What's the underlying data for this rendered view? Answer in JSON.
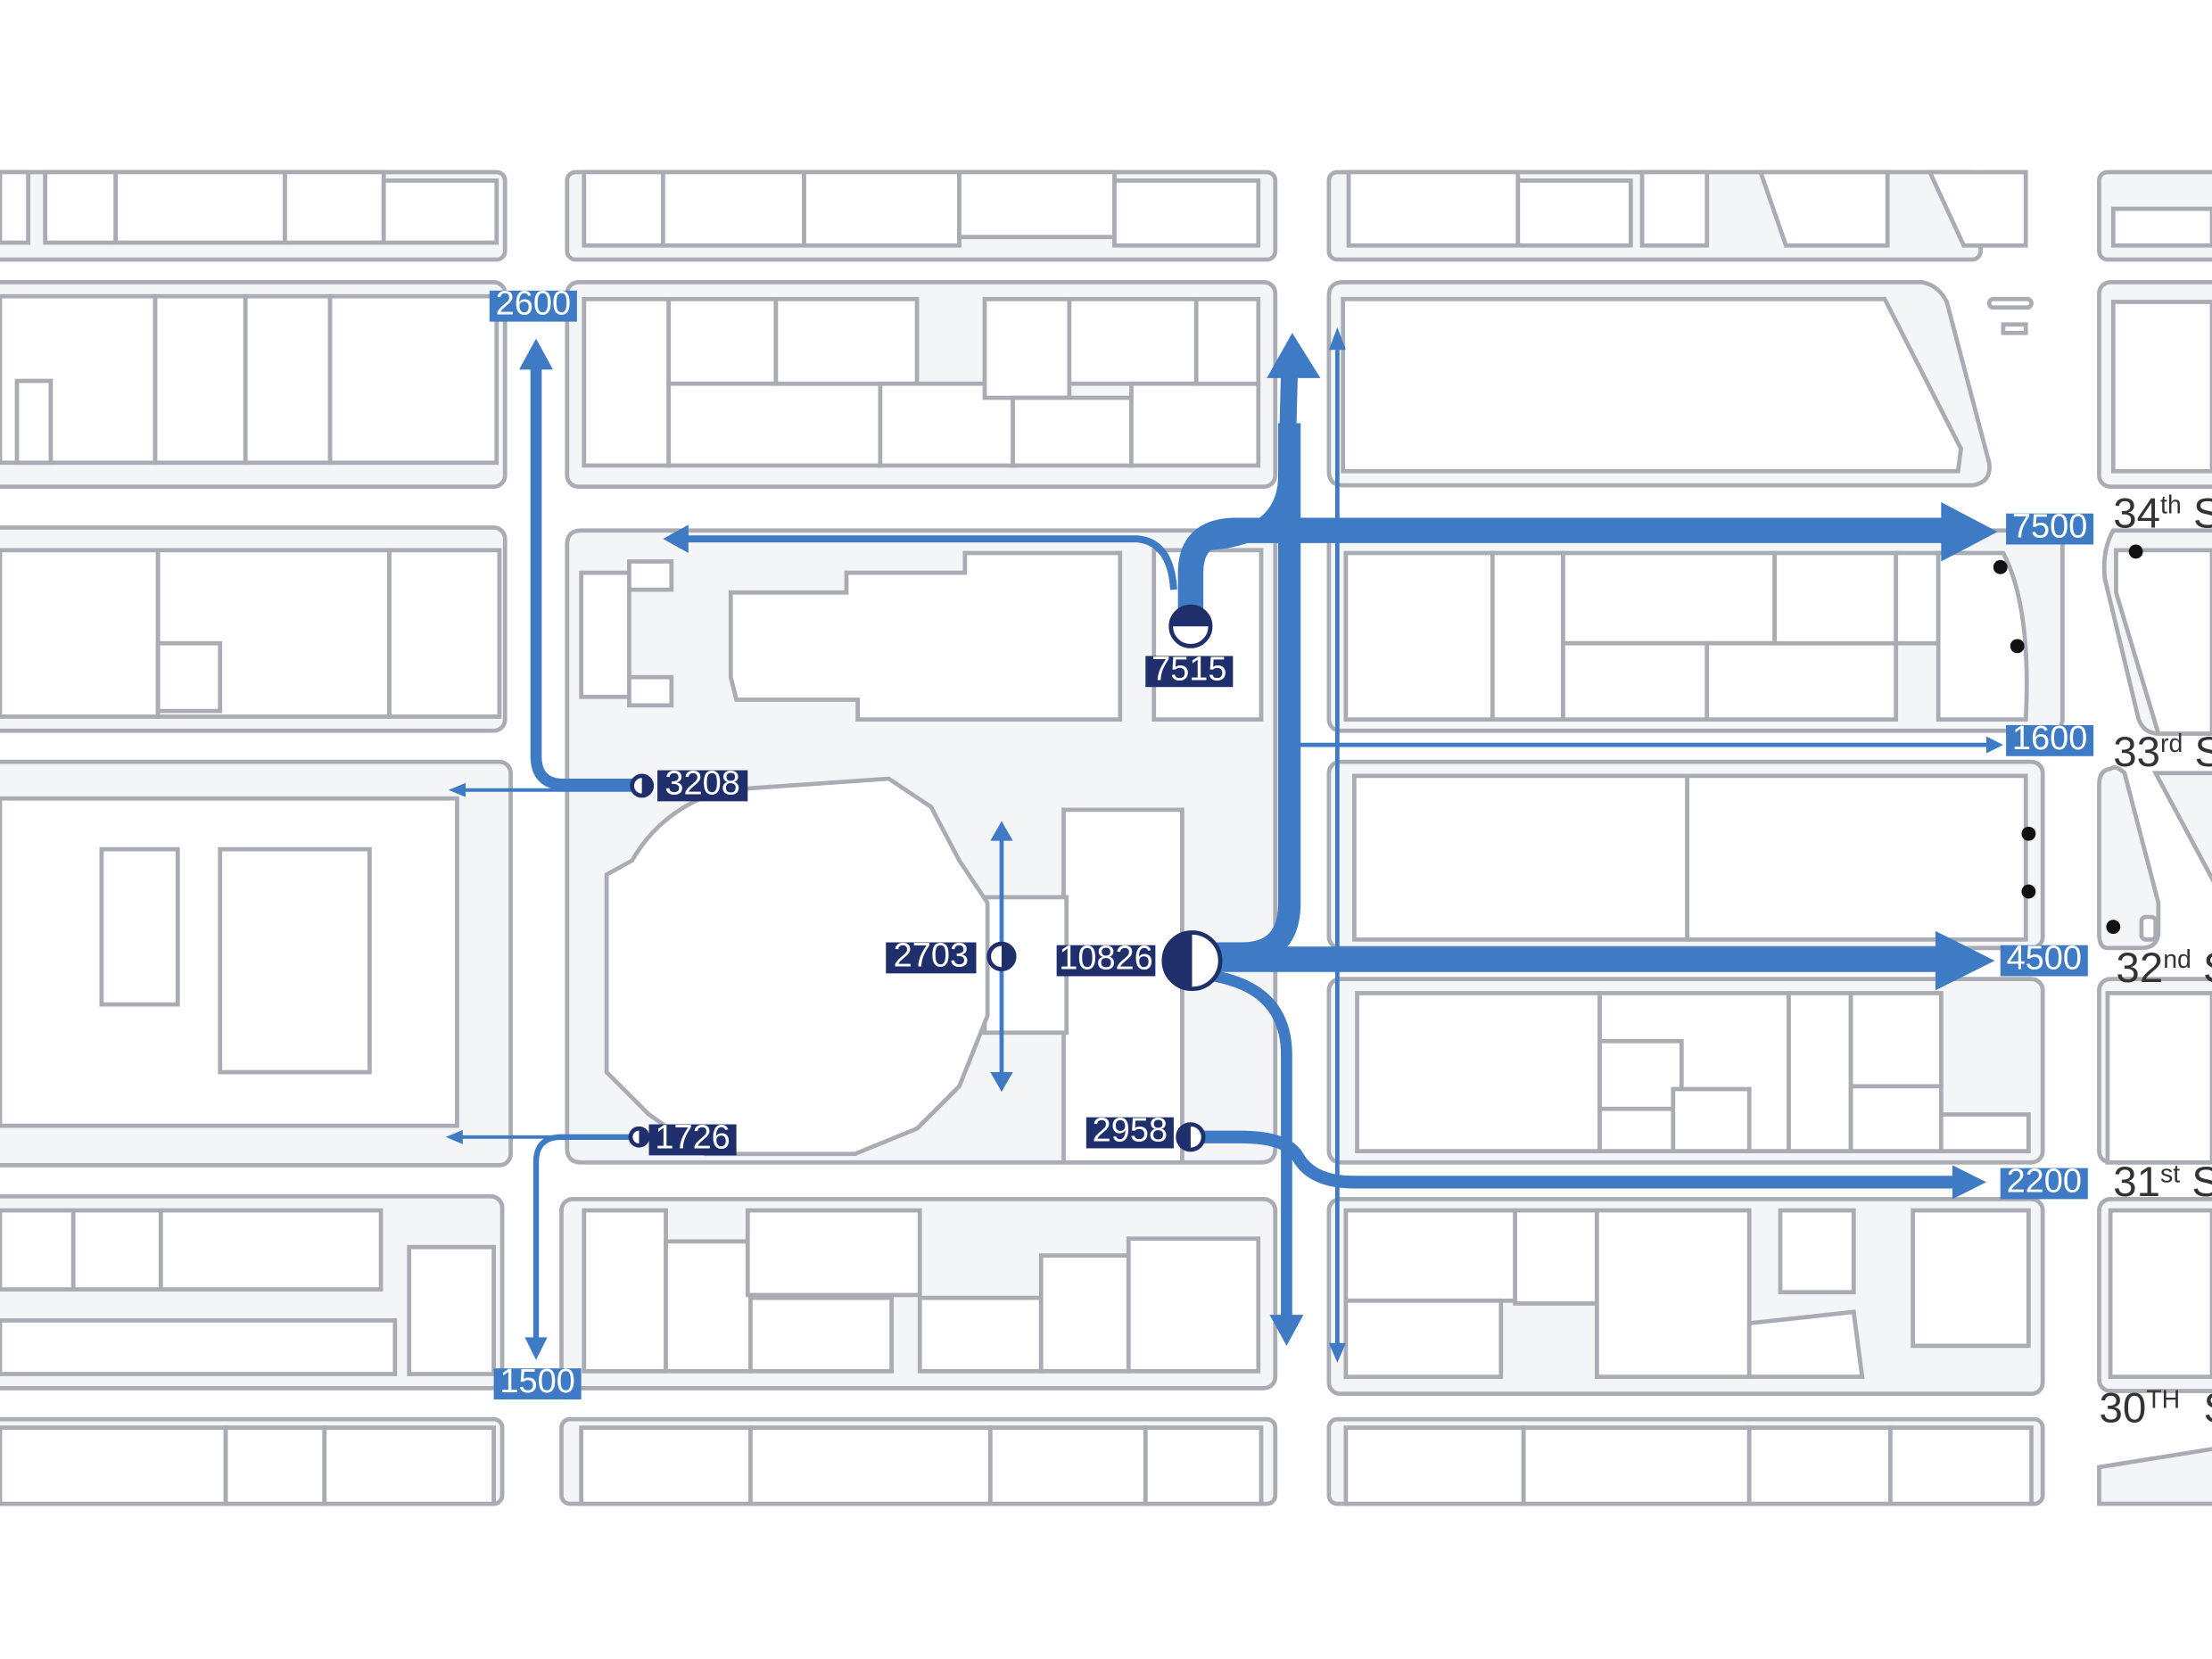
{
  "flow_labels": {
    "north_west_exit": "2600",
    "west_upper_origin": "3208",
    "west_lower_origin": "1726",
    "south_west_exit": "1500",
    "arena_center": "2703",
    "main_entrance": "10826",
    "north_entrance": "7515",
    "south_entrance": "2958",
    "east_34th": "7500",
    "east_33rd": "1600",
    "east_32nd": "4500",
    "east_31st": "2200"
  },
  "streets": {
    "s34": {
      "num": "34",
      "sup": "th",
      "suffix": " St"
    },
    "s33": {
      "num": "33",
      "sup": "rd",
      "suffix": " St"
    },
    "s32": {
      "num": "32",
      "sup": "nd",
      "suffix": " St"
    },
    "s31": {
      "num": "31",
      "sup": "st",
      "suffix": " St"
    },
    "s30": {
      "num": "30",
      "sup": "TH",
      "suffix": "  St"
    }
  },
  "colors": {
    "flow": "#3e7bc4",
    "label_dark": "#1f2f6b",
    "block_fill": "#f4f5f7",
    "outline": "#a9acb2"
  }
}
